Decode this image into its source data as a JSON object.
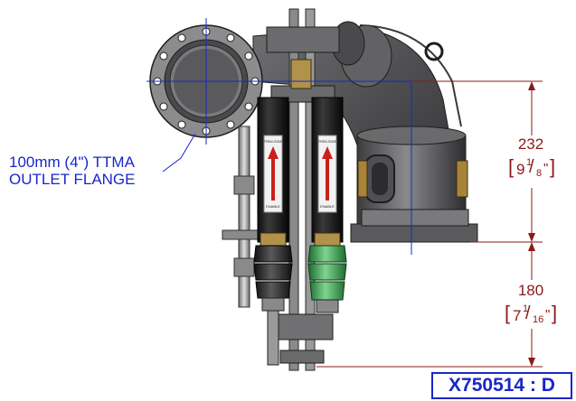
{
  "callout": {
    "line1": "100mm (4\") TTMA",
    "line2": "OUTLET FLANGE"
  },
  "dimensions": [
    {
      "metric": "232",
      "imperial_whole": "9",
      "imperial_num": "1",
      "imperial_den": "8",
      "imperial_unit": "\""
    },
    {
      "metric": "180",
      "imperial_whole": "7",
      "imperial_num": "1",
      "imperial_den": "16",
      "imperial_unit": "\""
    }
  ],
  "part_number": "X750514 : D",
  "colors": {
    "dimension": "#8b1a1a",
    "callout": "#1a27c9",
    "body": "#5e5e60",
    "bellows_left": "#2b2b2b",
    "bellows_right": "#2fa24a",
    "arrow_label": "#c9201c"
  },
  "labels": {
    "valve_text_top": "TRIM-SIDE",
    "valve_text_bottom": "ENABLE"
  }
}
